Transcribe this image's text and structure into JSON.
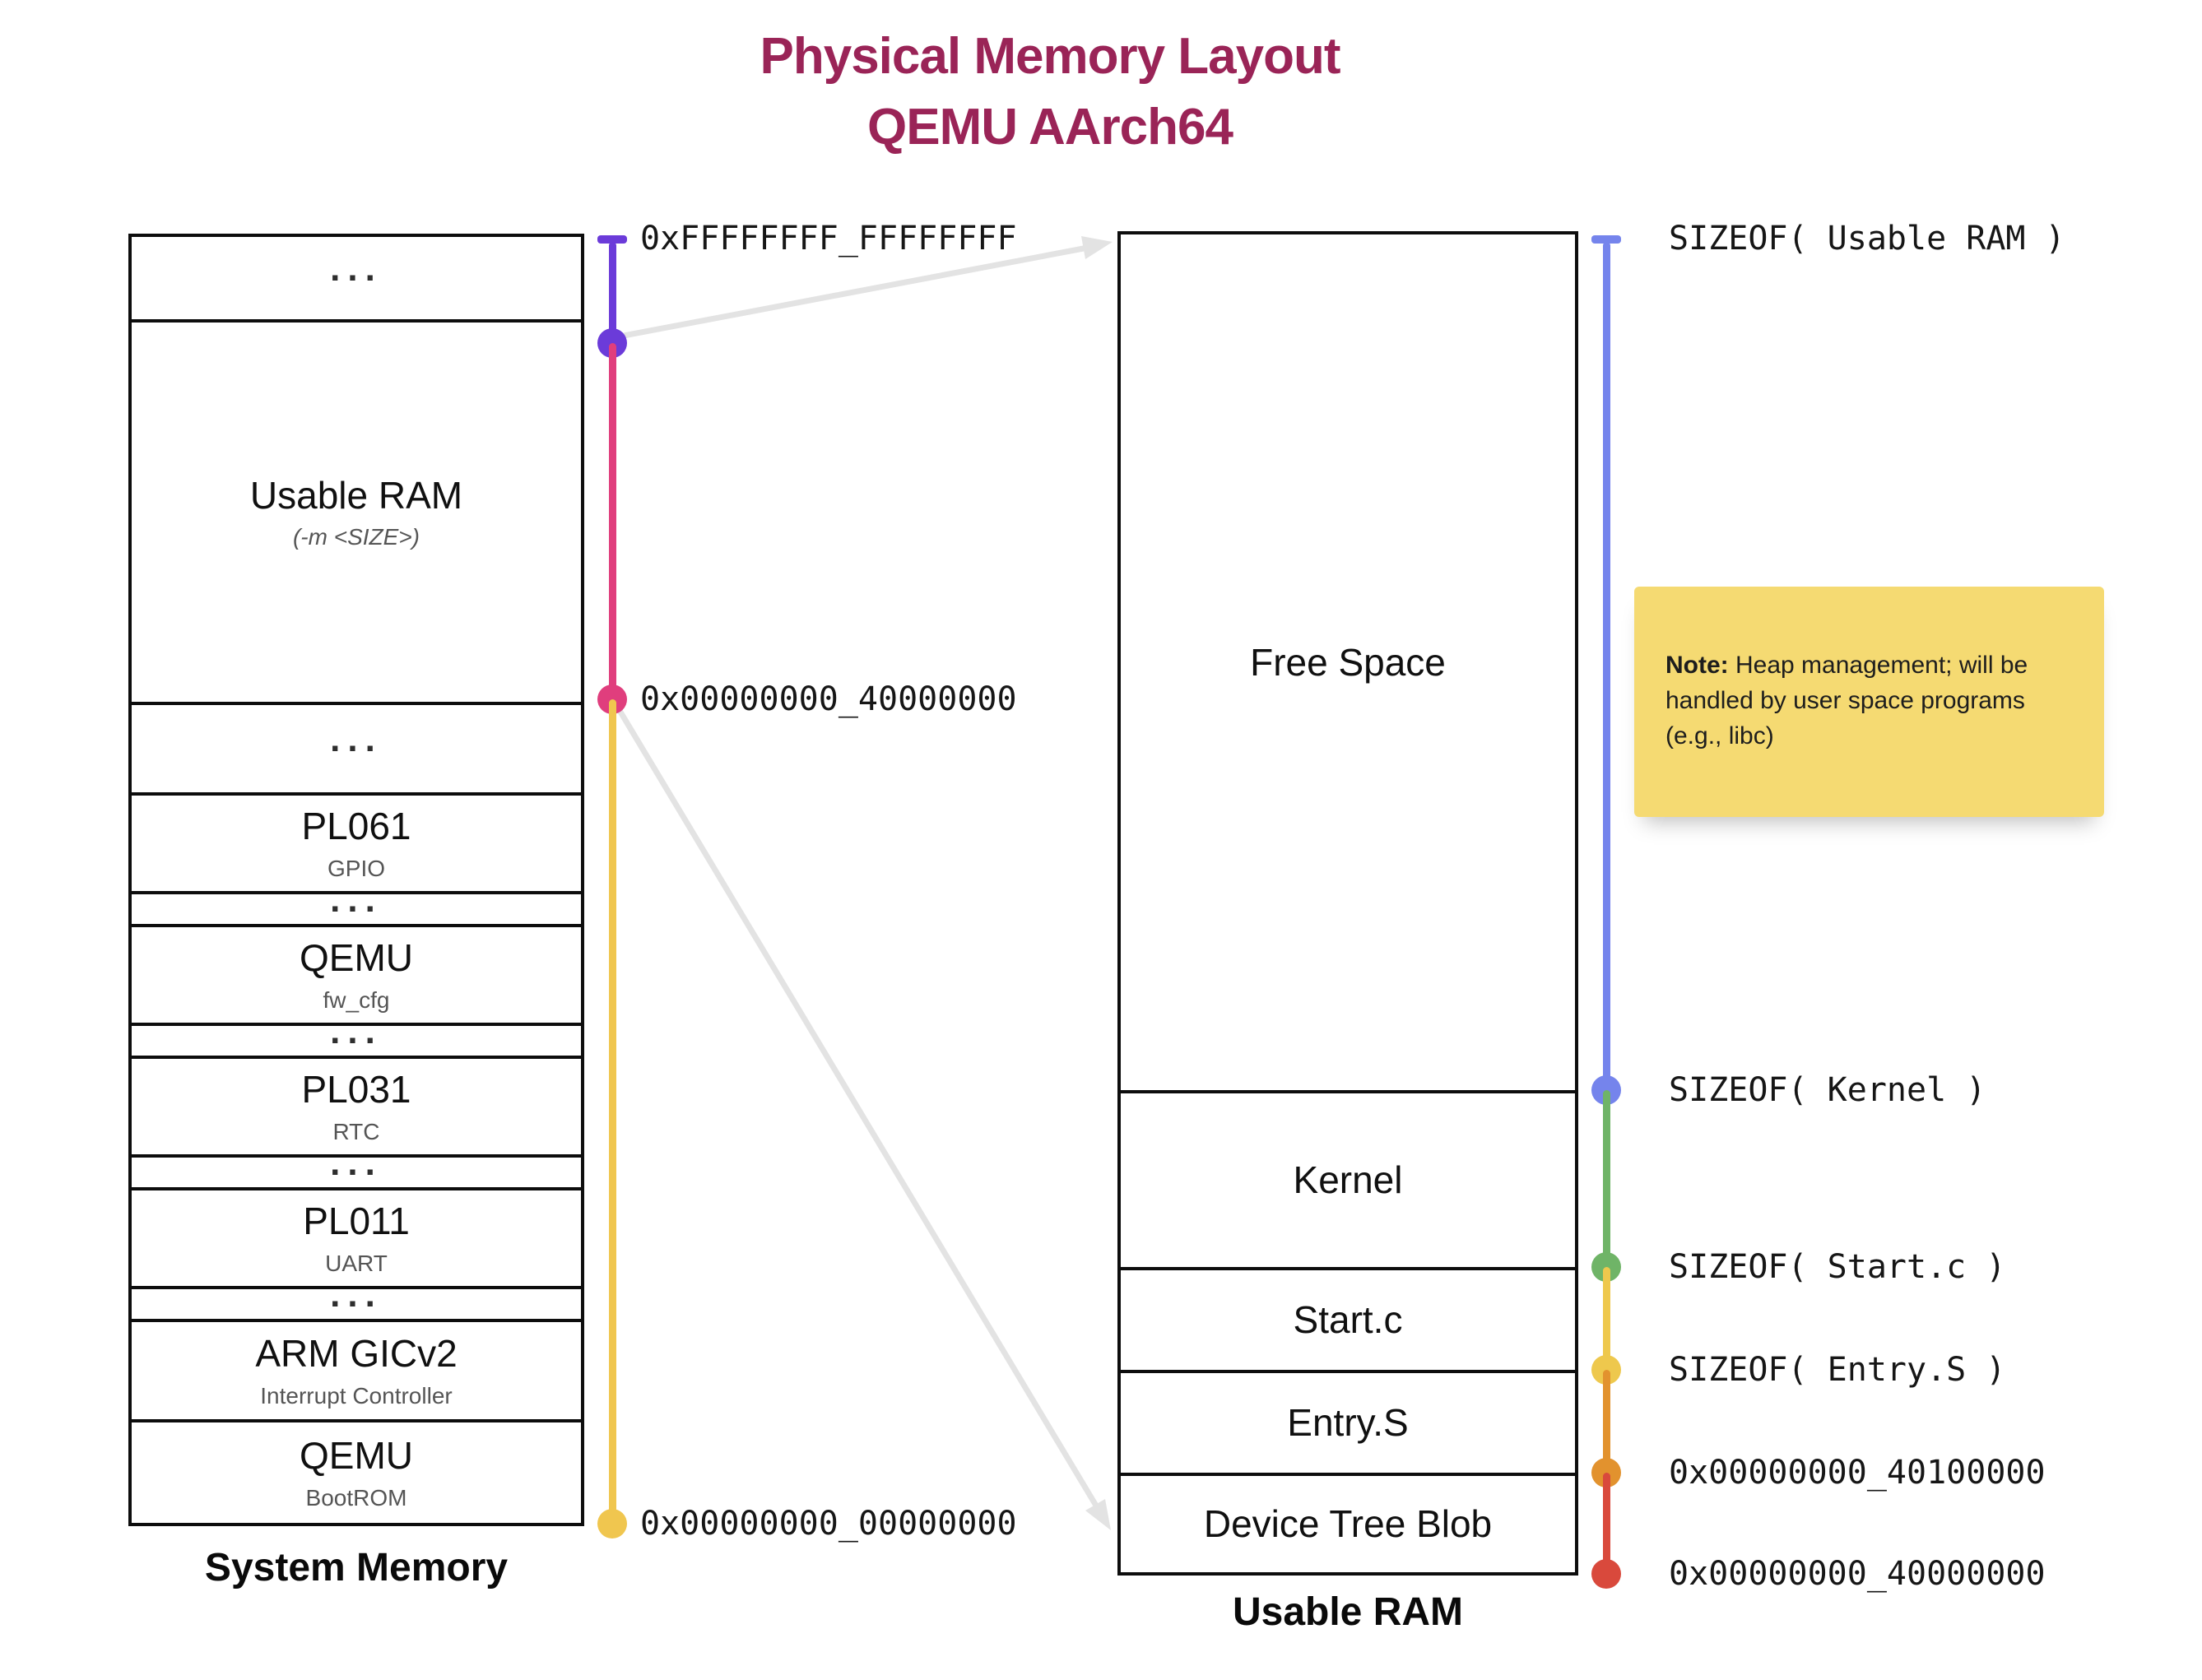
{
  "title": {
    "line1": "Physical Memory Layout",
    "line2": "QEMU AArch64",
    "color": "#9A2457"
  },
  "colors": {
    "arrow": "#E3E3E3",
    "box_border": "#0D0D0D"
  },
  "left_column": {
    "caption": "System Memory",
    "segments": [
      {
        "label": "..."
      },
      {
        "label": "Usable RAM",
        "sublabel": "(-m <SIZE>)"
      },
      {
        "label": "..."
      },
      {
        "label": "PL061",
        "sublabel": "GPIO"
      },
      {
        "label": "..."
      },
      {
        "label": "QEMU",
        "sublabel": "fw_cfg"
      },
      {
        "label": "..."
      },
      {
        "label": "PL031",
        "sublabel": "RTC"
      },
      {
        "label": "..."
      },
      {
        "label": "PL011",
        "sublabel": "UART"
      },
      {
        "label": "..."
      },
      {
        "label": "ARM GICv2",
        "sublabel": "Interrupt Controller"
      },
      {
        "label": "QEMU",
        "sublabel": "BootROM"
      }
    ],
    "rail": {
      "top_label": "0xFFFFFFFF_FFFFFFFF",
      "tick_color": "#6B3BD9",
      "segments": [
        {
          "name": "high-region",
          "color": "#6B3BD9",
          "end_label": ""
        },
        {
          "name": "usable-ram-region",
          "color": "#E03E7D",
          "end_label": "0x00000000_40000000"
        },
        {
          "name": "device-region",
          "color": "#F0C64F",
          "end_label": "0x00000000_00000000"
        }
      ]
    }
  },
  "right_column": {
    "caption": "Usable RAM",
    "segments": [
      {
        "label": "Free Space"
      },
      {
        "label": "Kernel"
      },
      {
        "label": "Start.c"
      },
      {
        "label": "Entry.S"
      },
      {
        "label": "Device Tree Blob"
      }
    ],
    "rail": {
      "top_label": "SIZEOF( Usable RAM )",
      "tick_color": "#7584EC",
      "segments": [
        {
          "name": "free-space",
          "color": "#7584EC",
          "end_label": "SIZEOF( Kernel )"
        },
        {
          "name": "kernel",
          "color": "#6FB467",
          "end_label": "SIZEOF( Start.c )"
        },
        {
          "name": "start-c",
          "color": "#EEC84D",
          "end_label": "SIZEOF( Entry.S )"
        },
        {
          "name": "entry-s",
          "color": "#E2922E",
          "end_label": "0x00000000_40100000"
        },
        {
          "name": "device-tree-blob",
          "color": "#D9493C",
          "end_label": "0x00000000_40000000"
        }
      ]
    }
  },
  "note": {
    "bg": "#F5DA72",
    "bold_label": "Note:",
    "text": "Heap management; will be handled by user space programs (e.g., libc)"
  }
}
